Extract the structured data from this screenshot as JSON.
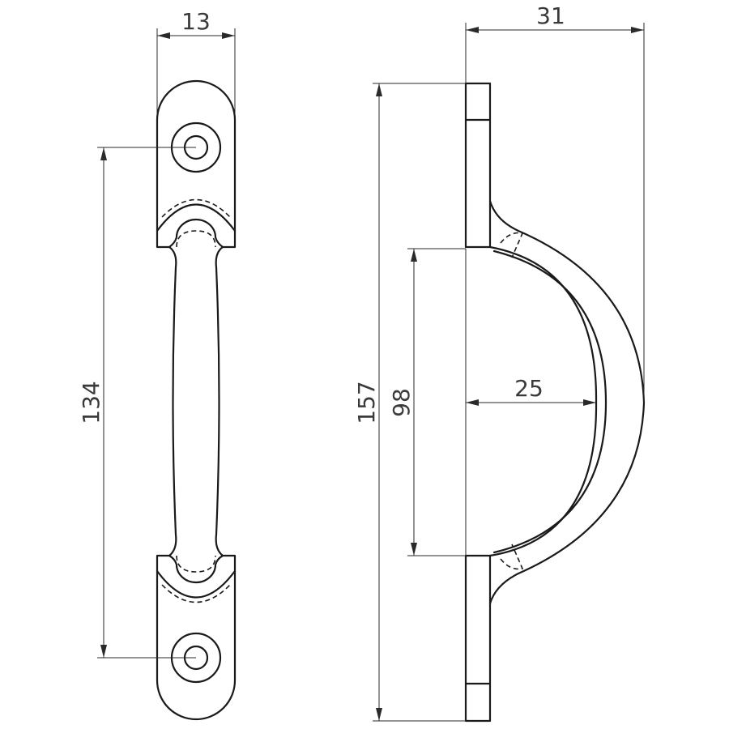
{
  "dimensions": {
    "front_width": "13",
    "hole_spacing": "134",
    "overall_length": "157",
    "inner_length": "98",
    "inner_projection": "25",
    "overall_projection": "31"
  }
}
